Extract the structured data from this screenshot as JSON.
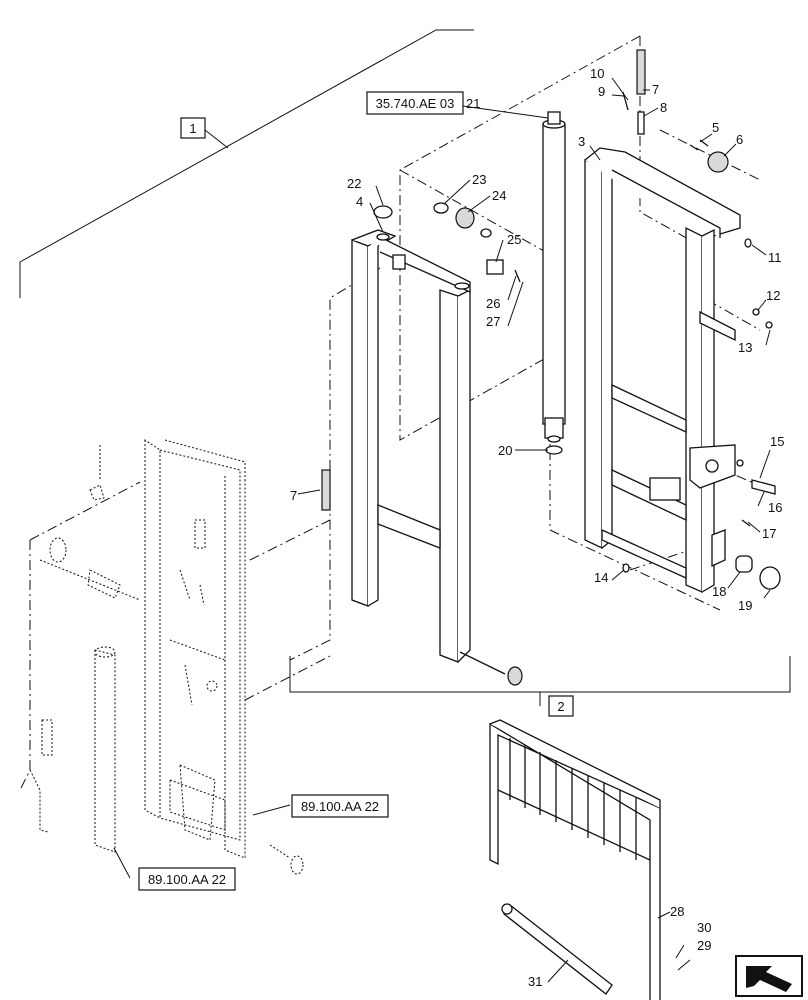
{
  "callouts": [
    "1",
    "2",
    "3",
    "4",
    "5",
    "6",
    "7",
    "8",
    "9",
    "10",
    "11",
    "12",
    "13",
    "14",
    "15",
    "16",
    "17",
    "18",
    "19",
    "20",
    "21",
    "22",
    "23",
    "24",
    "25",
    "26",
    "27",
    "28",
    "29",
    "30",
    "31"
  ],
  "callout_7_second": "7",
  "references": {
    "ref_top": "35.740.AE 03",
    "ref_right": "89.100.AA 22",
    "ref_left": "89.100.AA 22"
  },
  "boxed": {
    "one": "1",
    "two": "2"
  }
}
